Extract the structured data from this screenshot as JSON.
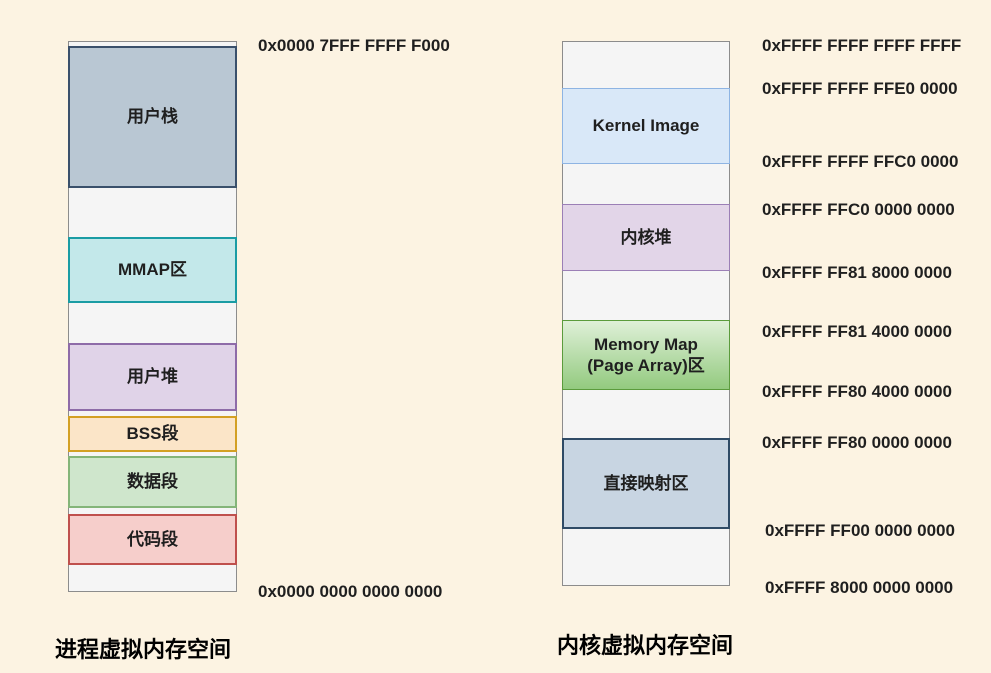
{
  "background_color": "#FCF3E2",
  "process_space": {
    "title": "进程虚拟内存空间",
    "top_address": "0x0000 7FFF FFFF F000",
    "bottom_address": "0x0000 0000 0000 0000",
    "segments": [
      {
        "label": "用户栈",
        "fill": "#B9C7D3",
        "border": "#3A506B"
      },
      {
        "label": "MMAP区",
        "fill": "#C3E8EA",
        "border": "#1A9CA4"
      },
      {
        "label": "用户堆",
        "fill": "#E0D3E8",
        "border": "#8E6BA8"
      },
      {
        "label": "BSS段",
        "fill": "#FBE5C8",
        "border": "#D3A024"
      },
      {
        "label": "数据段",
        "fill": "#CFE6CC",
        "border": "#84B579"
      },
      {
        "label": "代码段",
        "fill": "#F6CECB",
        "border": "#BF504D"
      }
    ]
  },
  "kernel_space": {
    "title": "内核虚拟内存空间",
    "segments": [
      {
        "label": "Kernel Image",
        "fill": "#D9E8F8",
        "border": "#8EB4E3"
      },
      {
        "label": "内核堆",
        "fill": "#E2D5E8",
        "border": "#9B7FB6"
      },
      {
        "label_line1": "Memory Map",
        "label_line2": "(Page Array)区",
        "fill_top": "#DFF0D8",
        "fill_bottom": "#93CA7F",
        "border": "#5B9B3C"
      },
      {
        "label": "直接映射区",
        "fill": "#C8D5E2",
        "border": "#2F4B66"
      }
    ],
    "addresses": [
      "0xFFFF FFFF FFFF FFFF",
      "0xFFFF FFFF FFE0 0000",
      "0xFFFF FFFF FFC0 0000",
      "0xFFFF FFC0 0000 0000",
      "0xFFFF FF81 8000 0000",
      "0xFFFF FF81 4000 0000",
      "0xFFFF FF80 4000 0000",
      "0xFFFF FF80 0000 0000",
      "0xFFFF FF00 0000 0000",
      "0xFFFF 8000 0000 0000"
    ]
  }
}
